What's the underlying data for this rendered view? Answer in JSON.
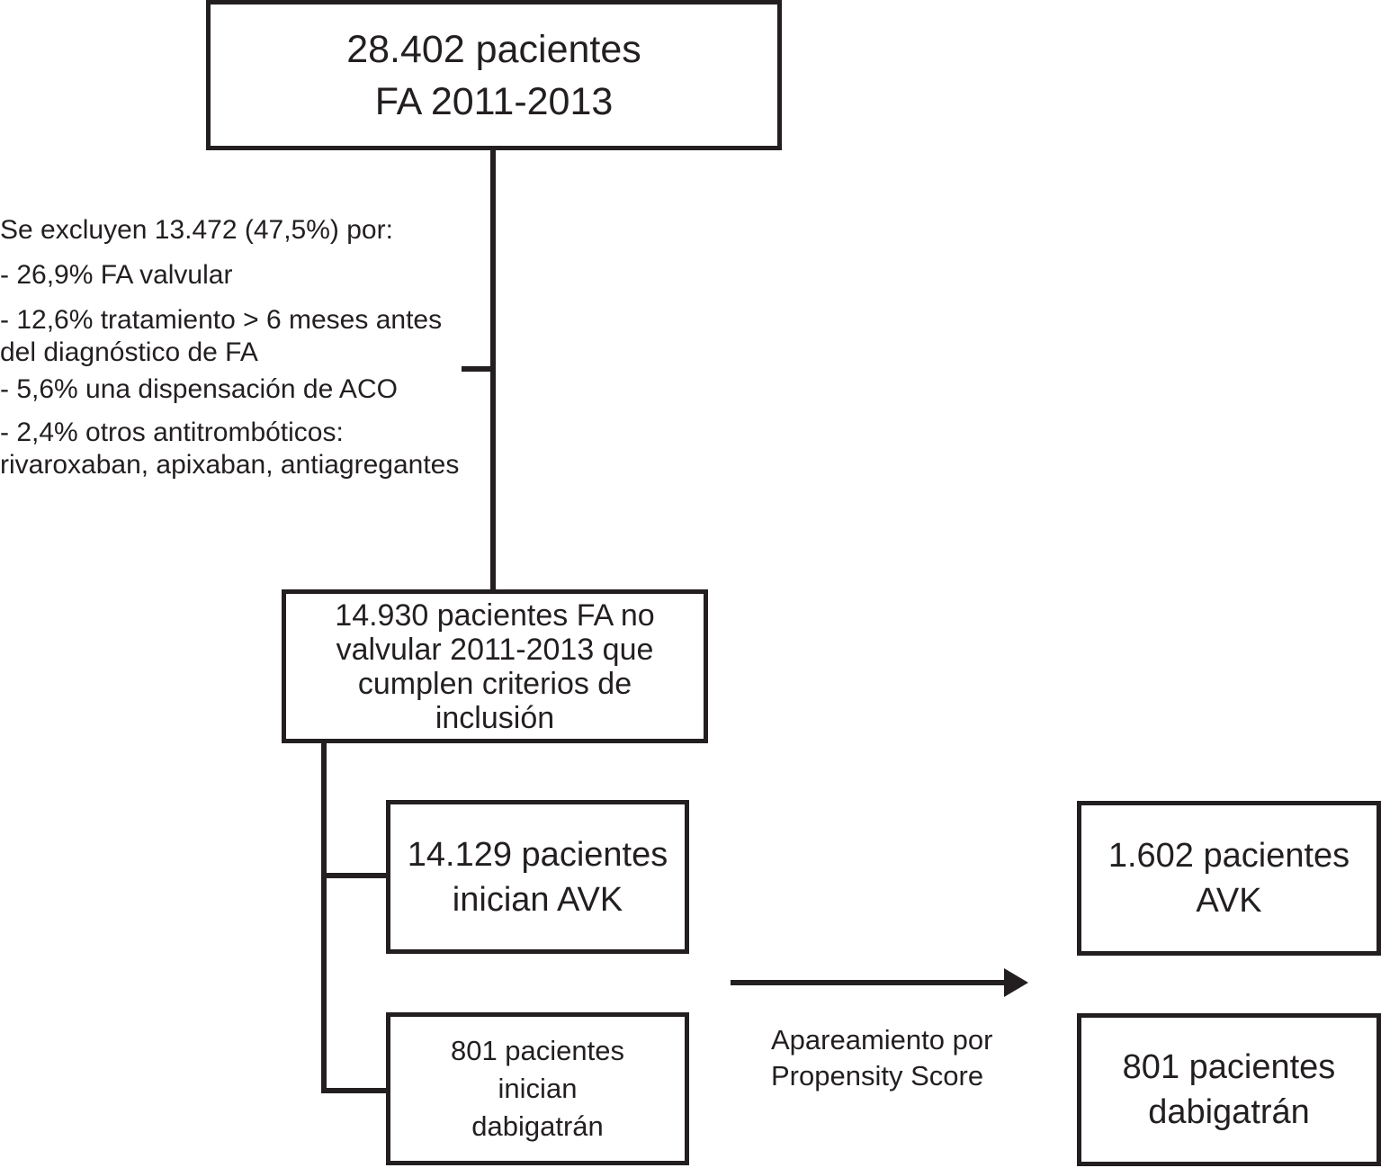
{
  "total_box": {
    "line1": "28.402 pacientes",
    "line2": "FA 2011-2013"
  },
  "exclusion_note": {
    "header": "Se excluyen 13.472 (47,5%) por:",
    "item1": "- 26,9% FA valvular",
    "item2a": "- 12,6% tratamiento > 6 meses antes",
    "item2b": "del diagnóstico de FA",
    "item3": "- 5,6% una dispensación de ACO",
    "item4a": "- 2,4% otros antitrombóticos:",
    "item4b": "rivaroxaban, apixaban, antiagregantes"
  },
  "included_box": {
    "line1": "14.930 pacientes FA no",
    "line2": "valvular 2011-2013 que",
    "line3": "cumplen criterios de",
    "line4": "inclusión"
  },
  "avk_box": {
    "line1": "14.129 pacientes",
    "line2": "inician AVK"
  },
  "dabigatran_box": {
    "line1": "801 pacientes",
    "line2": "inician",
    "line3": "dabigatrán"
  },
  "matching_label": {
    "line1": "Apareamiento por",
    "line2": "Propensity Score"
  },
  "matched_avk_box": {
    "line1": "1.602 pacientes",
    "line2": "AVK"
  },
  "matched_dabigatran_box": {
    "line1": "801 pacientes",
    "line2": "dabigatrán"
  }
}
